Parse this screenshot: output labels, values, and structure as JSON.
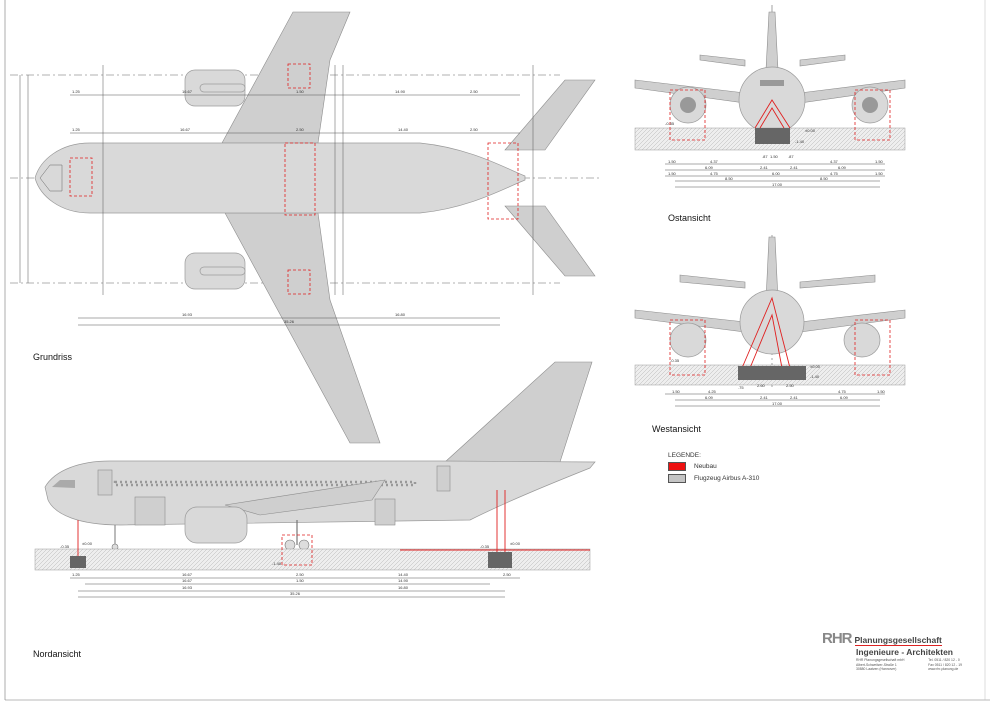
{
  "views": {
    "plan": "Grundriss",
    "north": "Nordansicht",
    "east": "Ostansicht",
    "west": "Westansicht"
  },
  "legend": {
    "title": "LEGENDE:",
    "items": [
      {
        "label": "Neubau",
        "color": "#ee1111"
      },
      {
        "label": "Flugzeug Airbus A-310",
        "color": "#c4c4c4"
      }
    ]
  },
  "company": {
    "logo": "RHR",
    "name": "Planungsgesellschaft",
    "subtitle": "Ingenieure - Architekten",
    "address": [
      "RHR Planungsgesellschaft mbH",
      "Albert-Schweitzer-Straße 1",
      "30880 Laatzen (Hannover)"
    ],
    "contact": [
      "Tel. 0511 / 820 12 - 0",
      "Fax 0511 / 820 12 - 19",
      "www.rhr-planung.de"
    ]
  },
  "dimensions": {
    "plan_row1": [
      "1.25",
      "16.67",
      "1.50",
      "14.90",
      "2.50"
    ],
    "plan_row2": [
      "1.25",
      "16.67",
      "2.50",
      "14.40",
      "2.50"
    ],
    "plan_bottom": [
      "16.93",
      "16.80",
      "35.26"
    ],
    "north_row1": [
      "1.25",
      "16.67",
      "2.50",
      "14.40",
      "2.50"
    ],
    "north_row2": [
      "16.67",
      "1.50",
      "14.90"
    ],
    "north_row3": [
      "16.93",
      "16.80"
    ],
    "north_total": "35.26",
    "east_row1": [
      "1.50",
      "4.37",
      ".87",
      "1.50",
      ".87",
      "4.37",
      "1.50"
    ],
    "east_row2": [
      "6.09",
      "2.41",
      "2.41",
      "6.09"
    ],
    "east_row3": [
      "1.50",
      "4.75",
      "6.00",
      "4.75",
      "1.50"
    ],
    "east_row4": [
      "8.50",
      "8.50"
    ],
    "east_total": "17.00",
    "west_row1": [
      "1.50",
      "4.25",
      ".75",
      "2.60",
      "2.50",
      "4.75",
      "1.50"
    ],
    "west_row2": [
      "6.09",
      "2.41",
      "2.41",
      "6.09"
    ],
    "west_total": "17.00",
    "levels": [
      "-0.35",
      "±0.00",
      "-1.40"
    ]
  }
}
